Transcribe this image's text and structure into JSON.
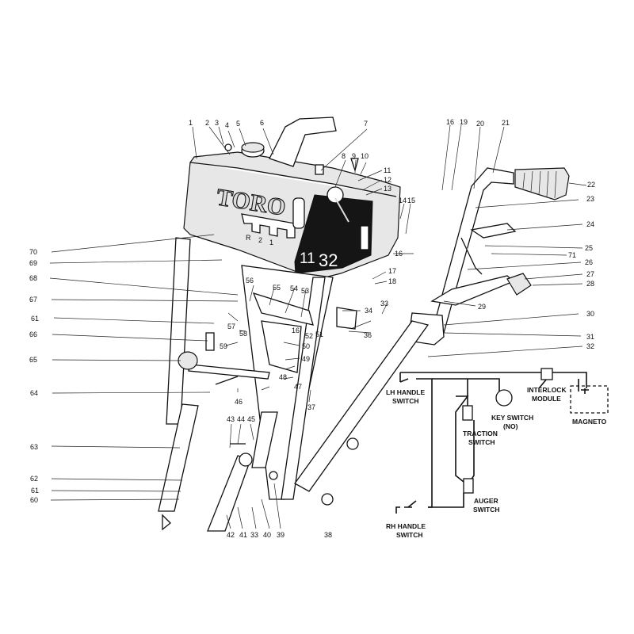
{
  "panel": {
    "brand": "TORO",
    "model_left": "11",
    "model_right": "32",
    "gear_marks": [
      "R",
      "2",
      "1"
    ]
  },
  "callouts": [
    "1",
    "2",
    "3",
    "4",
    "5",
    "6",
    "7",
    "8",
    "9",
    "10",
    "11",
    "12",
    "13",
    "14",
    "15",
    "16",
    "16",
    "16",
    "17",
    "18",
    "19",
    "20",
    "21",
    "22",
    "23",
    "24",
    "25",
    "26",
    "27",
    "28",
    "29",
    "30",
    "31",
    "32",
    "33",
    "33",
    "34",
    "36",
    "37",
    "38",
    "39",
    "40",
    "41",
    "42",
    "43",
    "44",
    "45",
    "46",
    "47",
    "48",
    "49",
    "50",
    "51",
    "52",
    "53",
    "54",
    "55",
    "56",
    "57",
    "58",
    "59",
    "60",
    "61",
    "61",
    "62",
    "63",
    "64",
    "65",
    "66",
    "67",
    "68",
    "69",
    "70",
    "71"
  ],
  "wiring": {
    "lh_handle_switch": [
      "LH HANDLE",
      "SWITCH"
    ],
    "key_switch": [
      "KEY SWITCH",
      "(NO)"
    ],
    "interlock_module": [
      "INTERLOCK",
      "MODULE"
    ],
    "magneto": "MAGNETO",
    "traction_switch": [
      "TRACTION",
      "SWITCH"
    ],
    "auger_switch": [
      "AUGER",
      "SWITCH"
    ],
    "rh_handle_switch": [
      "RH HANDLE",
      "SWITCH"
    ]
  }
}
